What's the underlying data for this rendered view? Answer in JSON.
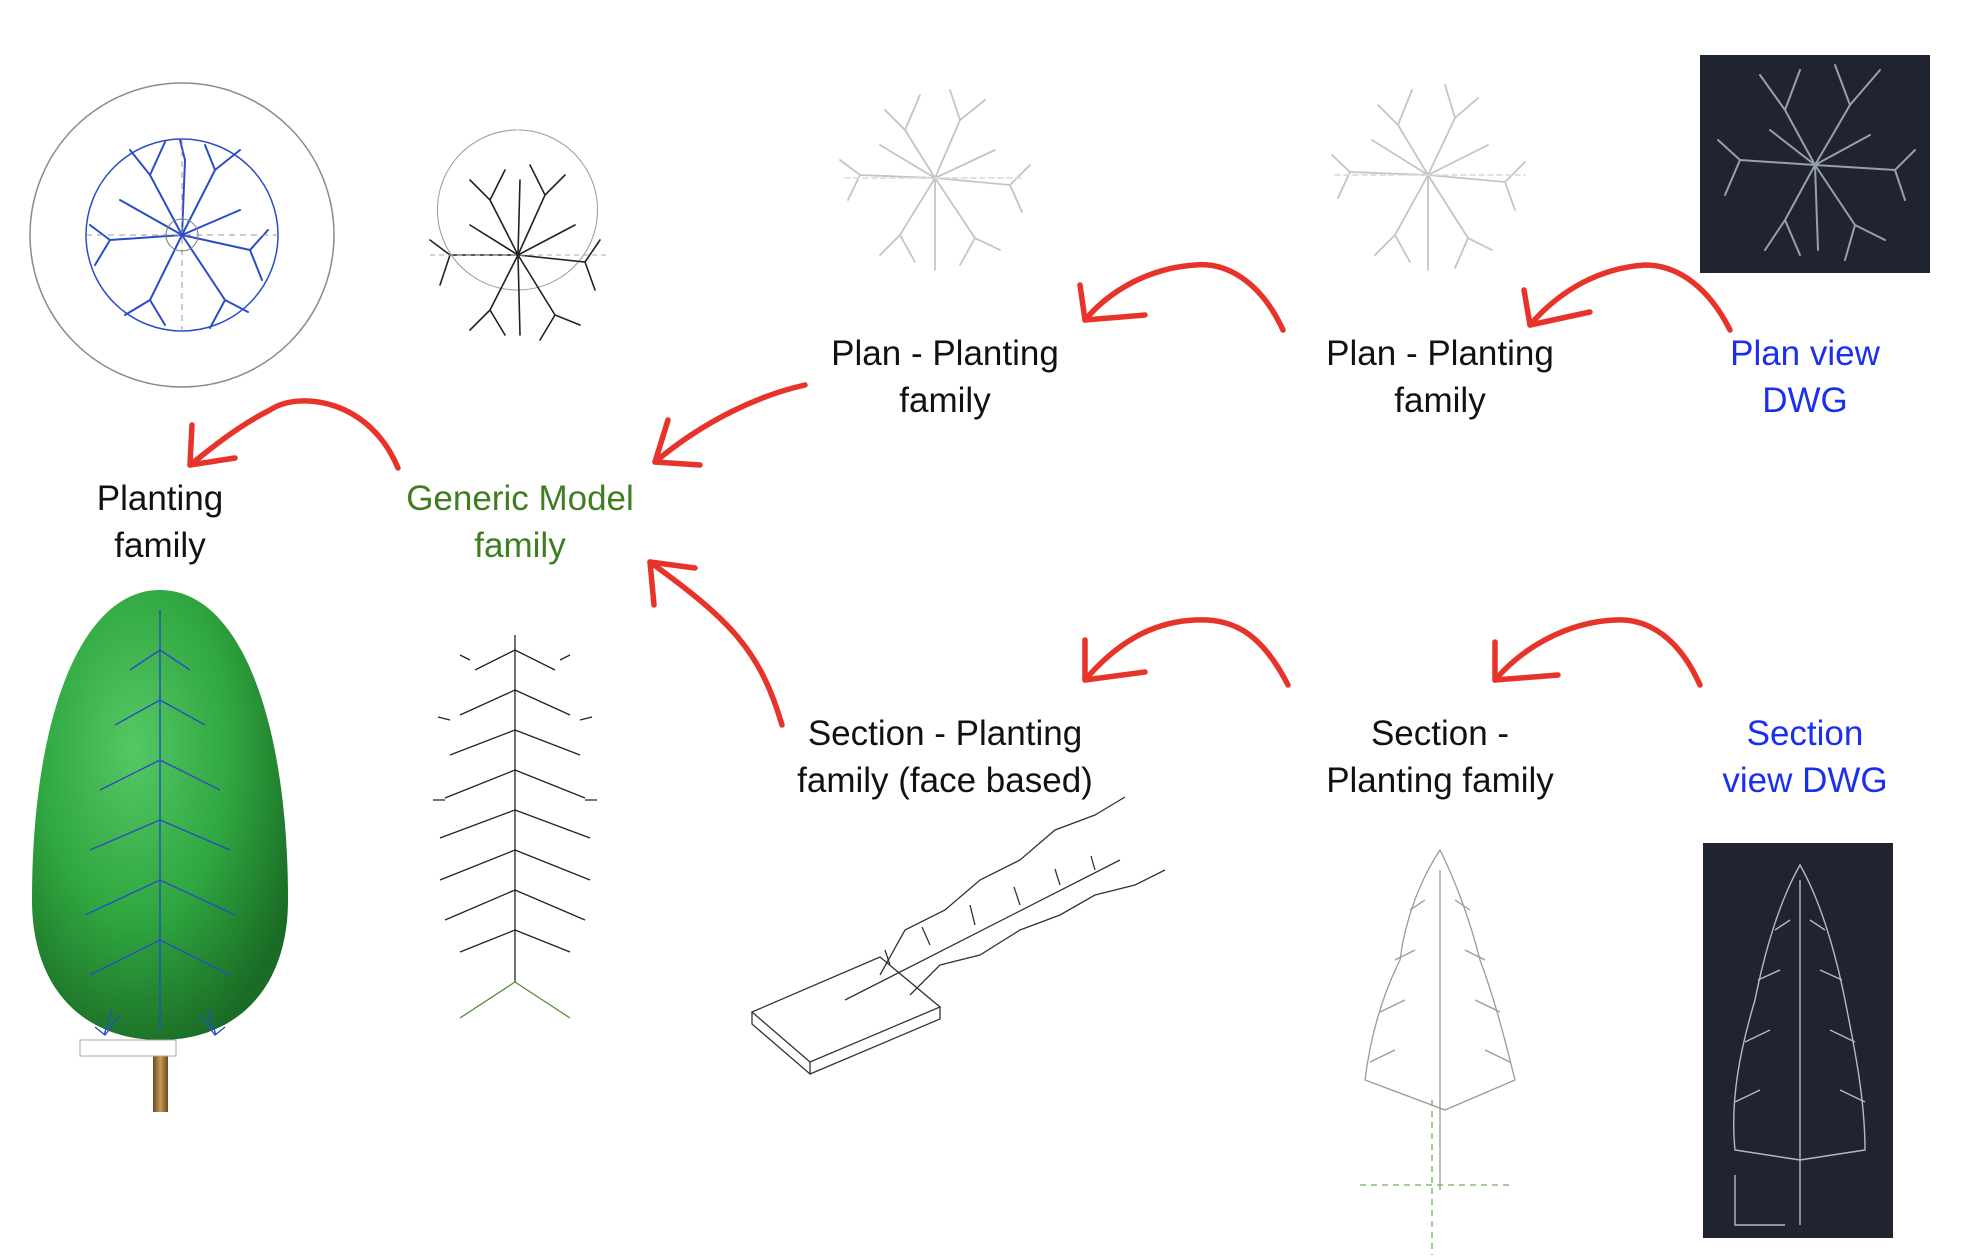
{
  "colors": {
    "arrow": "#e8332a",
    "black_label": "#111111",
    "green_label": "#3f7d20",
    "blue_label": "#1a2ff0",
    "dwg_background": "#1f2430",
    "planting_fill": "#2fa63f",
    "tree_linework_blue": "#2a4cc9"
  },
  "labels": {
    "planting_family": [
      "Planting",
      "family"
    ],
    "generic_model_family": [
      "Generic Model",
      "family"
    ],
    "plan_planting_family_1": [
      "Plan - Planting",
      "family"
    ],
    "plan_planting_family_2": [
      "Plan - Planting",
      "family"
    ],
    "plan_view_dwg": [
      "Plan view",
      "DWG"
    ],
    "section_face_based": [
      "Section - Planting",
      "family (face based)"
    ],
    "section_planting_family": [
      "Section -",
      "Planting family"
    ],
    "section_view_dwg": [
      "Section",
      "view DWG"
    ]
  },
  "icons": {
    "plan_dwg_thumbnail": "tree-plan-dwg-icon",
    "section_dwg_thumbnail": "tree-section-dwg-icon",
    "planting_3d": "tree-3d-green-icon",
    "generic_model_elevation": "tree-elevation-icon",
    "face_based_iso": "tree-isometric-icon",
    "section_family_elevation": "tree-section-icon"
  }
}
